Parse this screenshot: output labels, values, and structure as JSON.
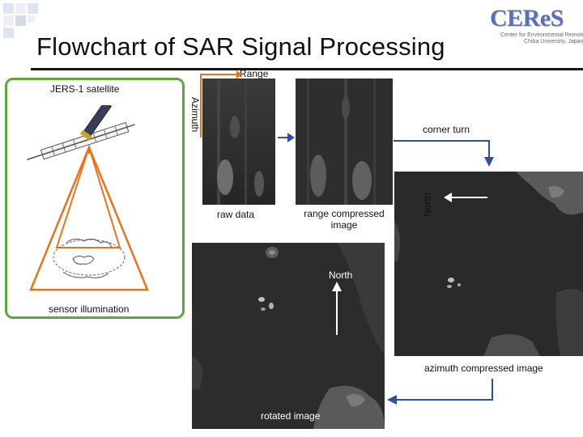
{
  "title": "Flowchart of SAR Signal Processing",
  "logo": {
    "name": "CEReS",
    "sub_line1": "Center for Environmental Remote Sensing",
    "sub_line2": "Chiba University, Japan"
  },
  "labels": {
    "range": "Range",
    "satellite": "JERS-1 satellite",
    "azimuth": "Azimuth",
    "raw_data": "raw data",
    "range_compressed": "range compressed image",
    "corner_turn": "corner turn",
    "north": "North",
    "north_vertical": "North",
    "sensor_illumination": "sensor illumination",
    "azimuth_compressed": "azimuth compressed image",
    "rotated_image": "rotated image"
  },
  "colors": {
    "arrow_blue": "#2f4fa0",
    "frame_green": "#5fa63c",
    "beam_orange": "#e8731e",
    "range_arrow": "#e8731e"
  }
}
